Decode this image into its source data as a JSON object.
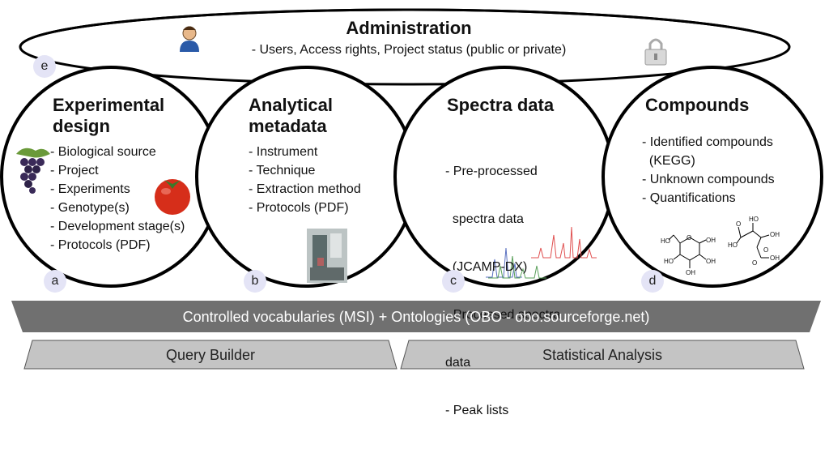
{
  "administration": {
    "title": "Administration",
    "description": "- Users, Access rights, Project status (public or private)",
    "badge": "e"
  },
  "circles": [
    {
      "badge": "a",
      "title_lines": [
        "Experimental",
        "design"
      ],
      "items": [
        "- Biological source",
        "- Project",
        "- Experiments",
        "- Genotype(s)",
        "- Development stage(s)",
        "- Protocols (PDF)"
      ]
    },
    {
      "badge": "b",
      "title_lines": [
        "Analytical",
        "metadata"
      ],
      "items": [
        "- Instrument",
        "- Technique",
        "- Extraction method",
        "- Protocols (PDF)"
      ]
    },
    {
      "badge": "c",
      "title_lines": [
        "Spectra data"
      ],
      "items": [
        "- Pre-processed",
        "  spectra data",
        "  (JCAMP-DX)",
        "- Processed spectra",
        "data",
        "- Peak lists"
      ]
    },
    {
      "badge": "d",
      "title_lines": [
        "Compounds"
      ],
      "items": [
        "- Identified compounds",
        "  (KEGG)",
        "- Unknown compounds",
        "- Quantifications"
      ]
    }
  ],
  "vocab_bar": {
    "label": "Controlled vocabularies (MSI) + Ontologies (OBO - obo.sourceforge.net)"
  },
  "bottom_bars": {
    "query_builder": "Query Builder",
    "statistical_analysis": "Statistical Analysis"
  },
  "molecules": {
    "glucose": {
      "atoms": [
        "HO",
        "O",
        "OH",
        "HO",
        "OH",
        "OH"
      ]
    },
    "citric_acid": {
      "atoms": [
        "HO",
        "O",
        "HO",
        "OH",
        "O",
        "OH",
        "O"
      ]
    }
  },
  "colors": {
    "bar_dark": "#707070",
    "bar_light": "#c4c4c4",
    "badge_fill": "#e4e4f6",
    "spectrum_red": "#e05050",
    "spectrum_green": "#5aa05a",
    "spectrum_blue": "#5a70c0"
  },
  "icons": [
    "user-icon",
    "lock-icon",
    "grapes-icon",
    "tomato-icon",
    "instrument-photo",
    "spectrum-chart-icon",
    "glucose-structure",
    "citric-acid-structure"
  ]
}
